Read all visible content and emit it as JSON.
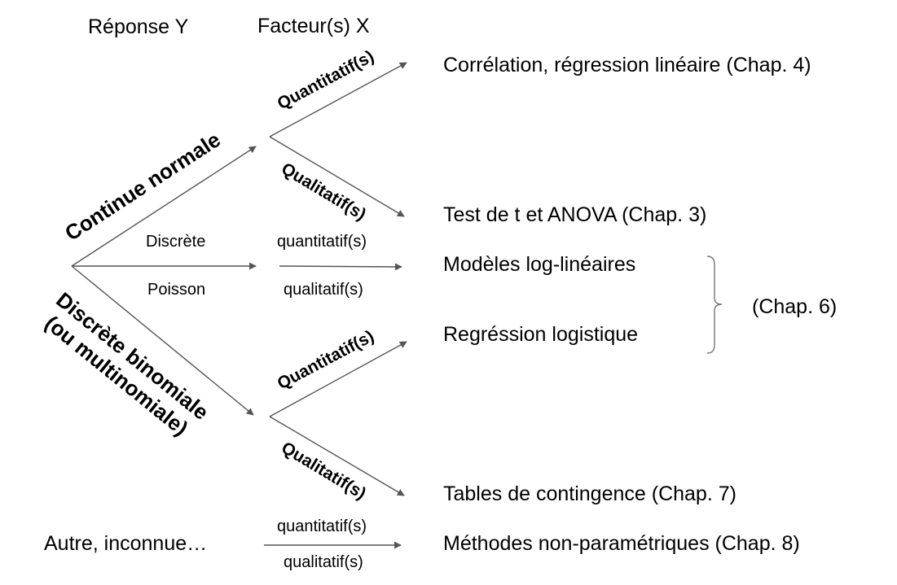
{
  "headers": {
    "response": "Réponse Y",
    "factor": "Facteur(s) X"
  },
  "branches": {
    "continue": "Continue normale",
    "discrete_binomial": "Discrète binomiale\n(ou multinomiale)",
    "discrete_label": "Discrète",
    "poisson_label": "Poisson",
    "other": "Autre, inconnue…"
  },
  "factors": {
    "quant_bold": "Quantitatif(s)",
    "qual_bold": "Qualitatif(s)",
    "quant_small": "quantitatif(s)",
    "qual_small": "qualitatif(s)"
  },
  "results": {
    "correlation": "Corrélation, régression linéaire (Chap. 4)",
    "ttest": "Test de t et ANOVA (Chap. 3)",
    "loglinear": "Modèles log-linéaires",
    "logistic": "Regréssion logistique",
    "chap6": "(Chap. 6)",
    "contingency": "Tables de contingence (Chap. 7)",
    "nonparam": "Méthodes non-paramétriques (Chap. 8)"
  },
  "colors": {
    "arrow": "#555555",
    "brace": "#777777"
  }
}
